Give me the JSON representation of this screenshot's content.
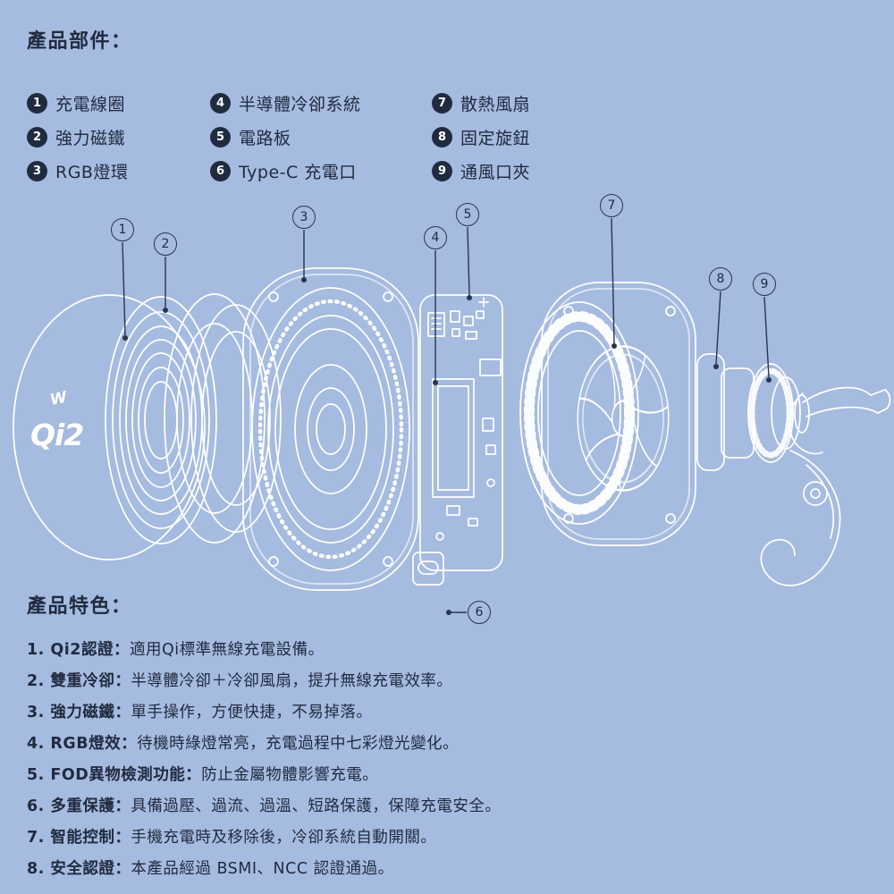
{
  "colors": {
    "background": "#a6bbe0",
    "ink": "#212b40",
    "line_art": "#ffffff",
    "callout_border": "#2a3550"
  },
  "parts_section": {
    "title": "產品部件：",
    "columns": [
      {
        "items": [
          {
            "num": "1",
            "label": "充電線圈"
          },
          {
            "num": "2",
            "label": "強力磁鐵"
          },
          {
            "num": "3",
            "label": "RGB燈環"
          }
        ]
      },
      {
        "items": [
          {
            "num": "4",
            "label": "半導體冷卻系統"
          },
          {
            "num": "5",
            "label": "電路板"
          },
          {
            "num": "6",
            "label": "Type-C 充電口"
          }
        ]
      },
      {
        "items": [
          {
            "num": "7",
            "label": "散熱風扇"
          },
          {
            "num": "8",
            "label": "固定旋鈕"
          },
          {
            "num": "9",
            "label": "通風口夾"
          }
        ]
      }
    ]
  },
  "diagram": {
    "logo_main": "Qi2",
    "logo_mark": "W",
    "callouts": [
      {
        "num": "1"
      },
      {
        "num": "2"
      },
      {
        "num": "3"
      },
      {
        "num": "4"
      },
      {
        "num": "5"
      },
      {
        "num": "6"
      },
      {
        "num": "7"
      },
      {
        "num": "8"
      },
      {
        "num": "9"
      }
    ]
  },
  "features_section": {
    "title": "產品特色：",
    "items": [
      {
        "label": "1. Qi2認證：",
        "desc": "適用Qi標準無線充電設備。"
      },
      {
        "label": "2. 雙重冷卻：",
        "desc": "半導體冷卻＋冷卻風扇，提升無線充電效率。"
      },
      {
        "label": "3. 強力磁鐵：",
        "desc": "單手操作，方便快捷，不易掉落。"
      },
      {
        "label": "4. RGB燈效：",
        "desc": "待機時綠燈常亮，充電過程中七彩燈光變化。"
      },
      {
        "label": "5. FOD異物檢測功能：",
        "desc": "防止金屬物體影響充電。"
      },
      {
        "label": "6. 多重保護：",
        "desc": "具備過壓、過流、過溫、短路保護，保障充電安全。"
      },
      {
        "label": "7. 智能控制：",
        "desc": "手機充電時及移除後，冷卻系統自動開關。"
      },
      {
        "label": "8. 安全認證：",
        "desc": "本產品經過 BSMI、NCC 認證通過。"
      }
    ]
  }
}
